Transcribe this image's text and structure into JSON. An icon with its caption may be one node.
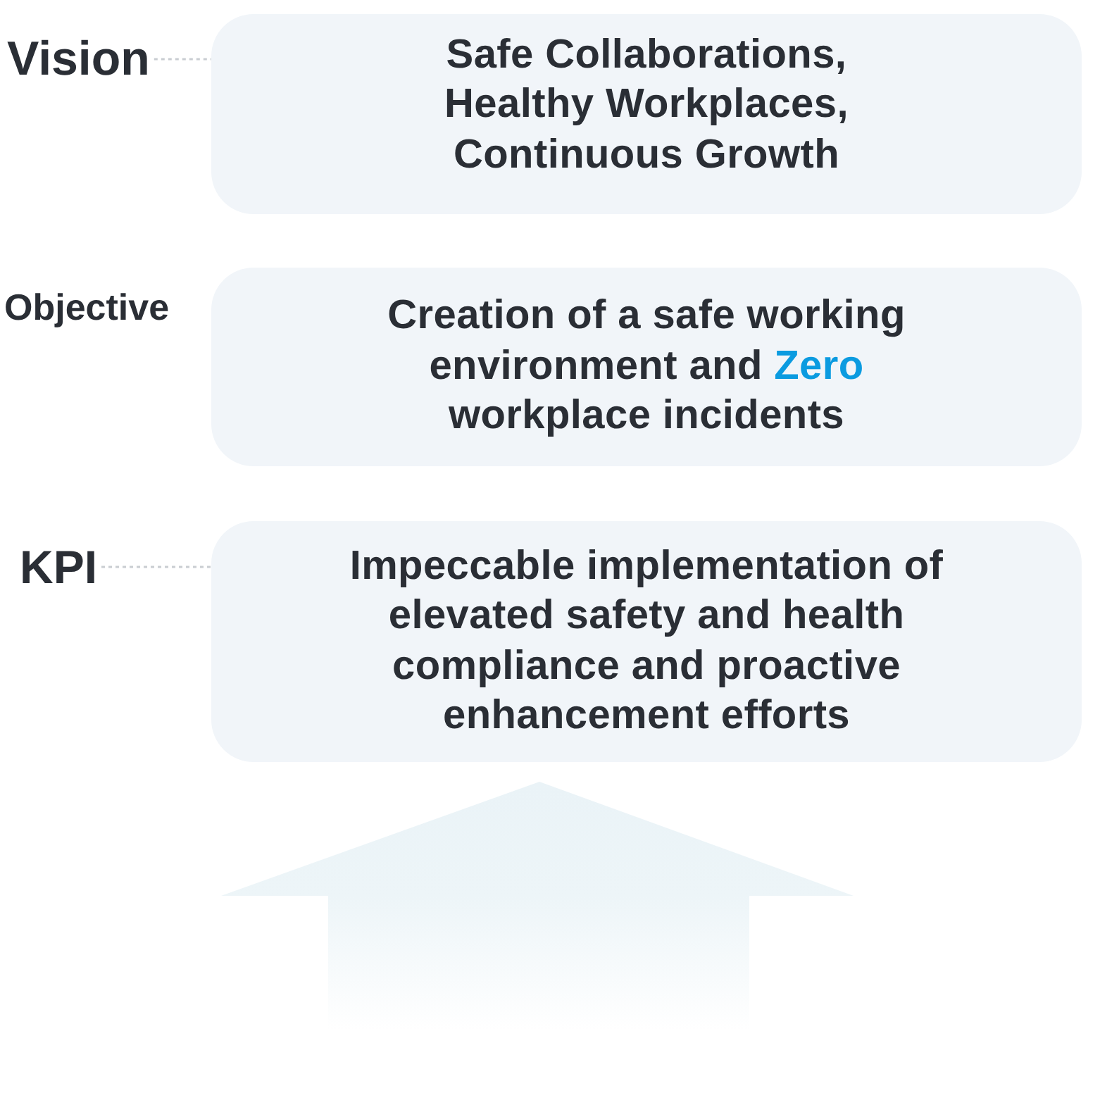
{
  "diagram": {
    "nodes": [
      {
        "text": [
          "Vision"
        ]
      },
      {
        "text": [
          "Safe Collaborations, Healthy Workplaces, Continuous Growth"
        ]
      },
      {
        "text": [
          "Creation of a safe working environment and **Zero** workplace incidents"
        ]
      },
      {
        "text": [
          "KPI"
        ]
      },
      {
        "text": [
          "Impeccable implementation of elevated safety and health compliance and proactive enhancement efforts"
        ]
      }
    ],
    "edges": [
      {
        "from": 0,
        "to": 1,
        "arrow": "none",
        "style": "dashed"
      },
      {
        "from": 3,
        "to": 4,
        "arrow": "none",
        "style": "dashed"
      }
    ],
    "labels": [
      "Objective"
    ]
  }
}
